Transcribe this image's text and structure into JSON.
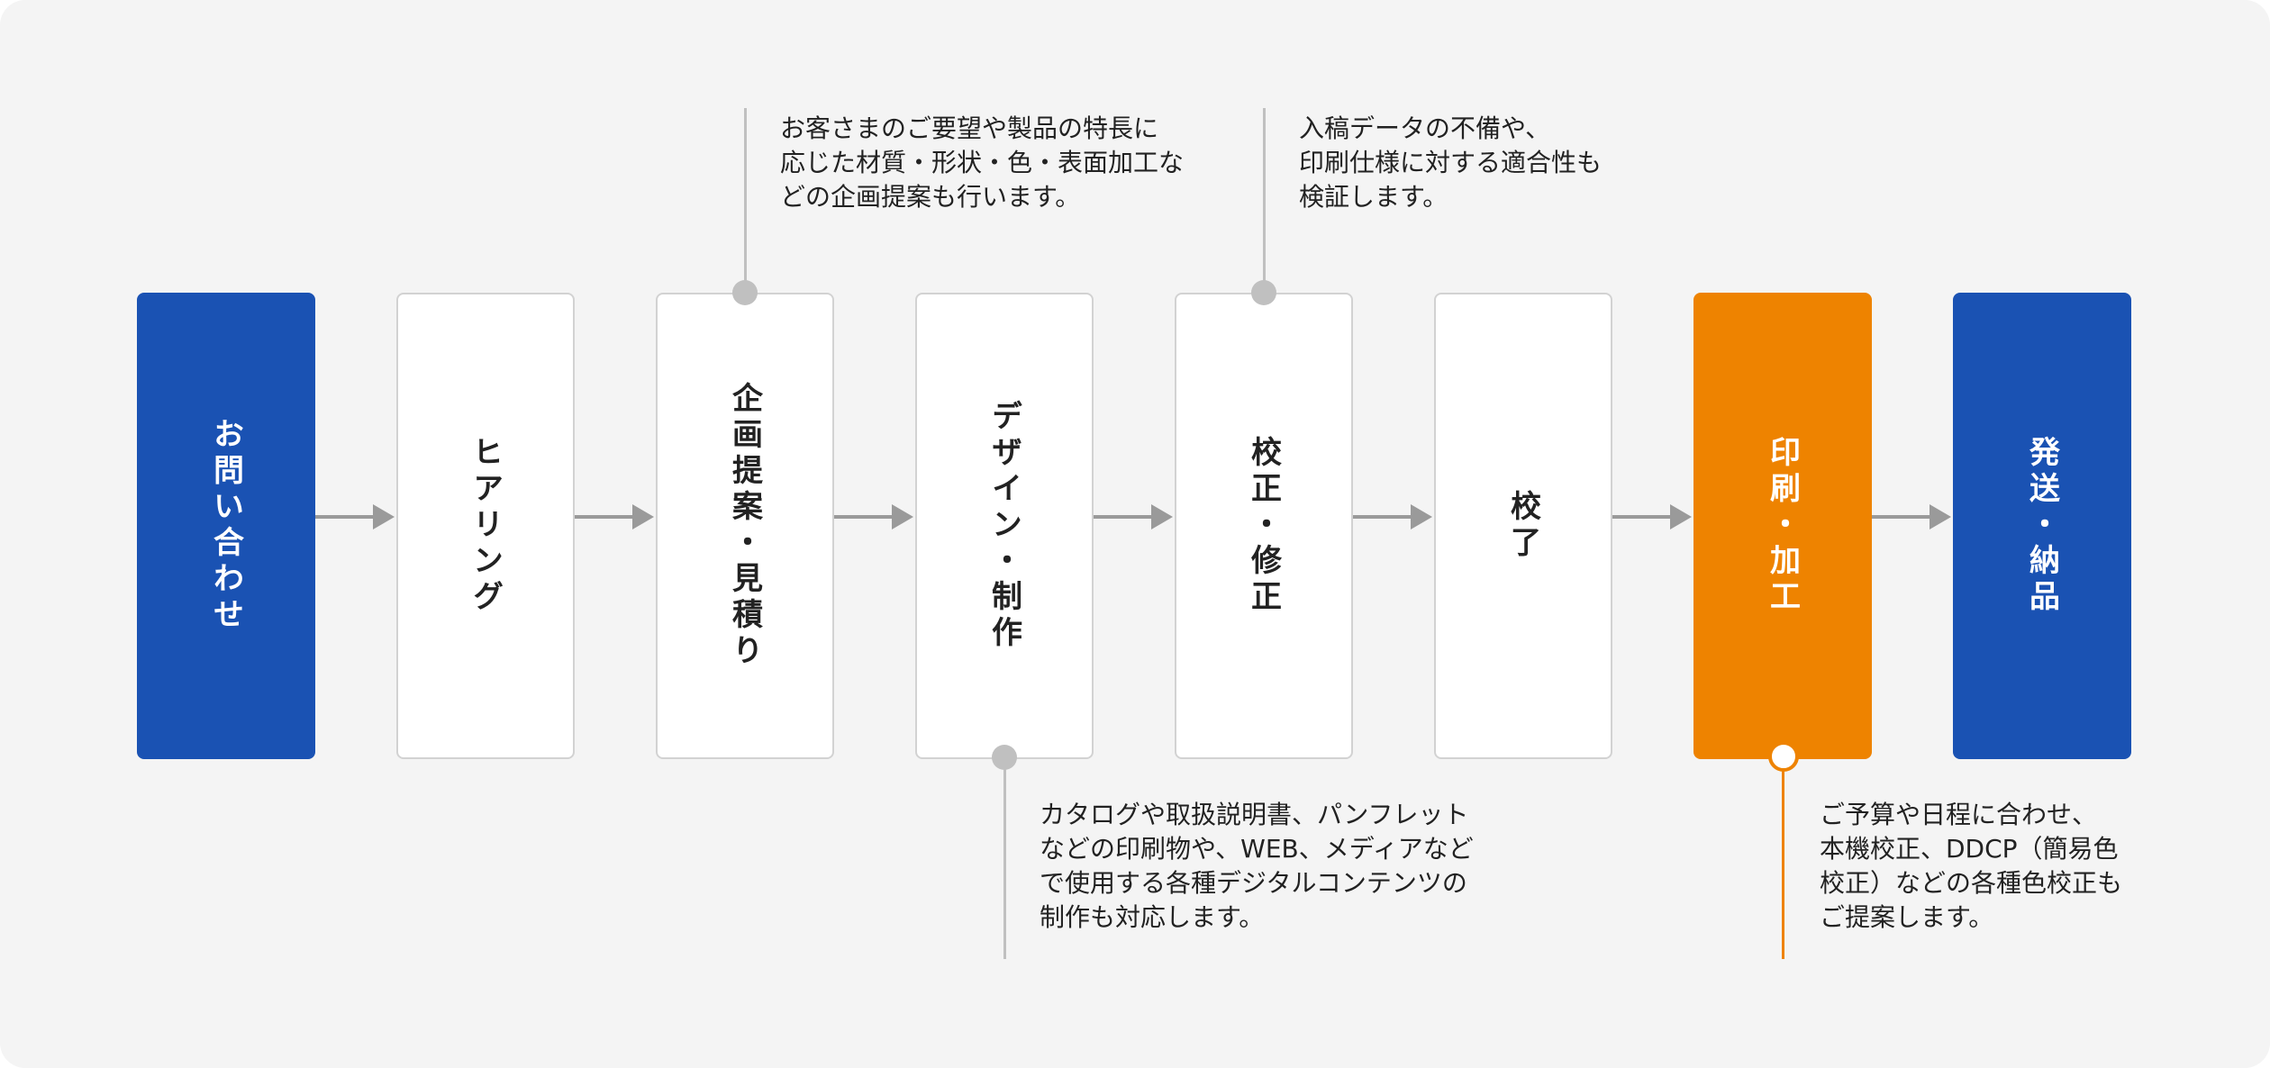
{
  "colors": {
    "blue": "#1a52b3",
    "orange": "#ee8300",
    "grey": "#9a9a9a",
    "background": "#f4f4f4"
  },
  "steps": [
    {
      "label": "お問い合わせ",
      "style": "blue"
    },
    {
      "label": "ヒアリング",
      "style": "white"
    },
    {
      "label": "企画提案・見積り",
      "style": "white"
    },
    {
      "label": "デザイン・制作",
      "style": "white"
    },
    {
      "label": "校正・修正",
      "style": "white"
    },
    {
      "label": "校了",
      "style": "white"
    },
    {
      "label": "印刷・加工",
      "style": "orange"
    },
    {
      "label": "発送・納品",
      "style": "blue"
    }
  ],
  "notes": {
    "planning": "お客さまのご要望や製品の特長に\n応じた材質・形状・色・表面加工な\nどの企画提案も行います。",
    "design": "カタログや取扱説明書、パンフレット\nなどの印刷物や、WEB、メディアなど\nで使用する各種デジタルコンテンツの\n制作も対応します。",
    "proofing": "入稿データの不備や、\n印刷仕様に対する適合性も\n検証します。",
    "printing": "ご予算や日程に合わせ、\n本機校正、DDCP（簡易色\n校正）などの各種色校正も\nご提案します。"
  }
}
